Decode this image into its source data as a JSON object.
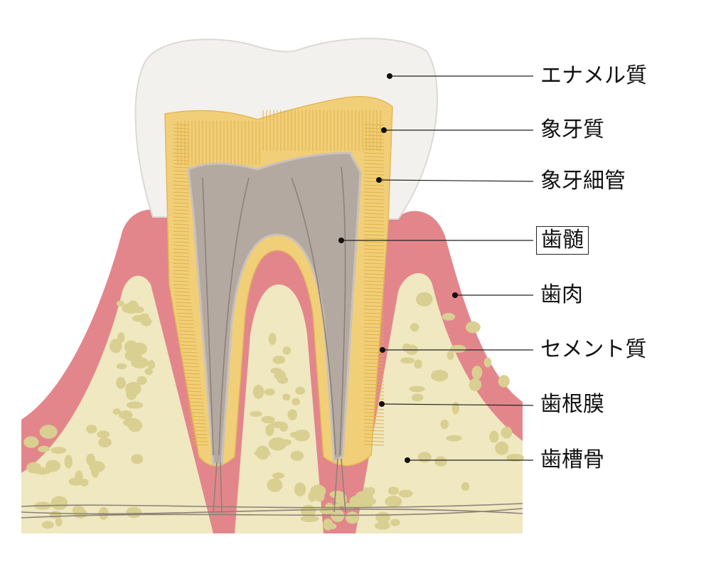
{
  "title": "Tooth cross-section diagram",
  "colors": {
    "enamel": "#f3f1ee",
    "dentin": "#f1cf78",
    "pulp": "#b3a9a1",
    "gum": "#e3868b",
    "bone": "#efe8c0",
    "bone_spots": "#d9cf90",
    "nerve": "#8d8178"
  },
  "labels": [
    {
      "id": "enamel",
      "text": "エナメル質"
    },
    {
      "id": "dentin",
      "text": "象牙質"
    },
    {
      "id": "dentinal-tubules",
      "text": "象牙細管"
    },
    {
      "id": "pulp",
      "text": "歯髄",
      "highlighted": true
    },
    {
      "id": "gum",
      "text": "歯肉"
    },
    {
      "id": "cementum",
      "text": "セメント質"
    },
    {
      "id": "periodontal-ligament",
      "text": "歯根膜"
    },
    {
      "id": "alveolar-bone",
      "text": "歯槽骨"
    }
  ]
}
